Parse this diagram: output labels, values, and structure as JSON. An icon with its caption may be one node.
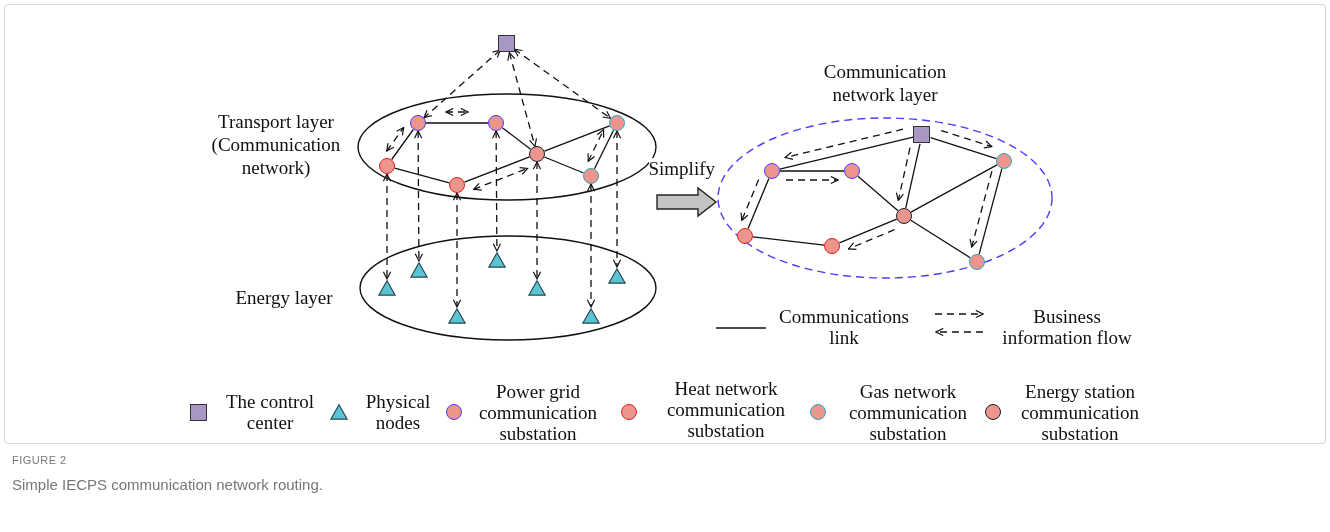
{
  "diagram": {
    "caption": "Simple IECPS communication network routing.",
    "nodes": [
      {
        "text": [
          "Transport layer (Communication network)"
        ]
      },
      {
        "text": [
          "Energy layer"
        ]
      },
      {
        "text": [],
        "shape": "box"
      },
      {
        "text": [],
        "shape": "circle",
        "in": 0
      },
      {
        "text": [],
        "shape": "circle",
        "in": 0
      },
      {
        "text": [],
        "shape": "circle",
        "in": 0
      },
      {
        "text": [],
        "shape": "circle",
        "in": 0
      },
      {
        "text": [],
        "shape": "circle",
        "in": 0
      },
      {
        "text": [],
        "shape": "circle",
        "in": 0
      },
      {
        "text": [],
        "shape": "circle",
        "in": 0
      },
      {
        "text": [],
        "shape": "triangle",
        "in": 1
      },
      {
        "text": [],
        "shape": "triangle",
        "in": 1
      },
      {
        "text": [],
        "shape": "triangle",
        "in": 1
      },
      {
        "text": [],
        "shape": "triangle",
        "in": 1
      },
      {
        "text": [],
        "shape": "triangle",
        "in": 1
      },
      {
        "text": [],
        "shape": "triangle",
        "in": 1
      },
      {
        "text": [],
        "shape": "triangle",
        "in": 1
      },
      {
        "text": [
          "Communication network layer"
        ]
      },
      {
        "text": [],
        "shape": "box",
        "in": 17
      },
      {
        "text": [],
        "shape": "circle",
        "in": 17
      },
      {
        "text": [],
        "shape": "circle",
        "in": 17
      },
      {
        "text": [],
        "shape": "circle",
        "in": 17
      },
      {
        "text": [],
        "shape": "circle",
        "in": 17
      },
      {
        "text": [],
        "shape": "circle",
        "in": 17
      },
      {
        "text": [],
        "shape": "circle",
        "in": 17
      },
      {
        "text": [],
        "shape": "circle",
        "in": 17
      }
    ],
    "edges": [
      {
        "from": 3,
        "to": 4,
        "arrow": "none"
      },
      {
        "from": 3,
        "to": 5,
        "arrow": "none"
      },
      {
        "from": 5,
        "to": 6,
        "arrow": "none"
      },
      {
        "from": 6,
        "to": 7,
        "arrow": "none"
      },
      {
        "from": 4,
        "to": 7,
        "arrow": "none"
      },
      {
        "from": 7,
        "to": 8,
        "arrow": "none"
      },
      {
        "from": 7,
        "to": 9,
        "arrow": "none"
      },
      {
        "from": 9,
        "to": 8,
        "arrow": "none"
      },
      {
        "from": 2,
        "to": 3,
        "arrow": "both",
        "style": "dashed"
      },
      {
        "from": 2,
        "to": 7,
        "arrow": "both",
        "style": "dashed"
      },
      {
        "from": 2,
        "to": 8,
        "arrow": "both",
        "style": "dashed"
      },
      {
        "from": 3,
        "to": 4,
        "arrow": "both",
        "style": "dashed"
      },
      {
        "from": 5,
        "to": 3,
        "arrow": "both",
        "style": "dashed"
      },
      {
        "from": 6,
        "to": 7,
        "arrow": "both",
        "style": "dashed"
      },
      {
        "from": 9,
        "to": 8,
        "arrow": "both",
        "style": "dashed"
      },
      {
        "from": 5,
        "to": 10,
        "arrow": "both",
        "style": "dashed"
      },
      {
        "from": 3,
        "to": 11,
        "arrow": "both",
        "style": "dashed"
      },
      {
        "from": 6,
        "to": 12,
        "arrow": "both",
        "style": "dashed"
      },
      {
        "from": 4,
        "to": 13,
        "arrow": "both",
        "style": "dashed"
      },
      {
        "from": 7,
        "to": 14,
        "arrow": "both",
        "style": "dashed"
      },
      {
        "from": 9,
        "to": 15,
        "arrow": "both",
        "style": "dashed"
      },
      {
        "from": 8,
        "to": 16,
        "arrow": "both",
        "style": "dashed"
      },
      {
        "from": 0,
        "to": 17,
        "arrow": "to",
        "style": "thick",
        "label": "Simplify"
      },
      {
        "from": 18,
        "to": 19,
        "arrow": "none"
      },
      {
        "from": 18,
        "to": 24,
        "arrow": "none"
      },
      {
        "from": 18,
        "to": 23,
        "arrow": "none"
      },
      {
        "from": 19,
        "to": 20,
        "arrow": "none"
      },
      {
        "from": 19,
        "to": 21,
        "arrow": "none"
      },
      {
        "from": 21,
        "to": 22,
        "arrow": "none"
      },
      {
        "from": 22,
        "to": 23,
        "arrow": "none"
      },
      {
        "from": 20,
        "to": 23,
        "arrow": "none"
      },
      {
        "from": 23,
        "to": 24,
        "arrow": "none"
      },
      {
        "from": 23,
        "to": 25,
        "arrow": "none"
      },
      {
        "from": 24,
        "to": 25,
        "arrow": "none"
      },
      {
        "from": 18,
        "to": 19,
        "arrow": "to",
        "style": "dashed"
      },
      {
        "from": 18,
        "to": 24,
        "arrow": "to",
        "style": "dashed"
      },
      {
        "from": 18,
        "to": 23,
        "arrow": "to",
        "style": "dashed"
      },
      {
        "from": 19,
        "to": 20,
        "arrow": "to",
        "style": "dashed"
      },
      {
        "from": 19,
        "to": 21,
        "arrow": "to",
        "style": "dashed"
      },
      {
        "from": 23,
        "to": 22,
        "arrow": "to",
        "style": "dashed"
      },
      {
        "from": 24,
        "to": 25,
        "arrow": "to",
        "style": "dashed"
      }
    ],
    "labels": [
      "FIGURE 2"
    ],
    "legend": [
      {
        "text": "Communications link"
      },
      {
        "text": "Business information flow"
      },
      {
        "text": "The control center"
      },
      {
        "text": "Physical nodes"
      },
      {
        "text": "Power grid communication substation"
      },
      {
        "text": "Heat network communication substation"
      },
      {
        "text": "Gas network communication substation"
      },
      {
        "text": "Energy station communication substation"
      }
    ]
  }
}
